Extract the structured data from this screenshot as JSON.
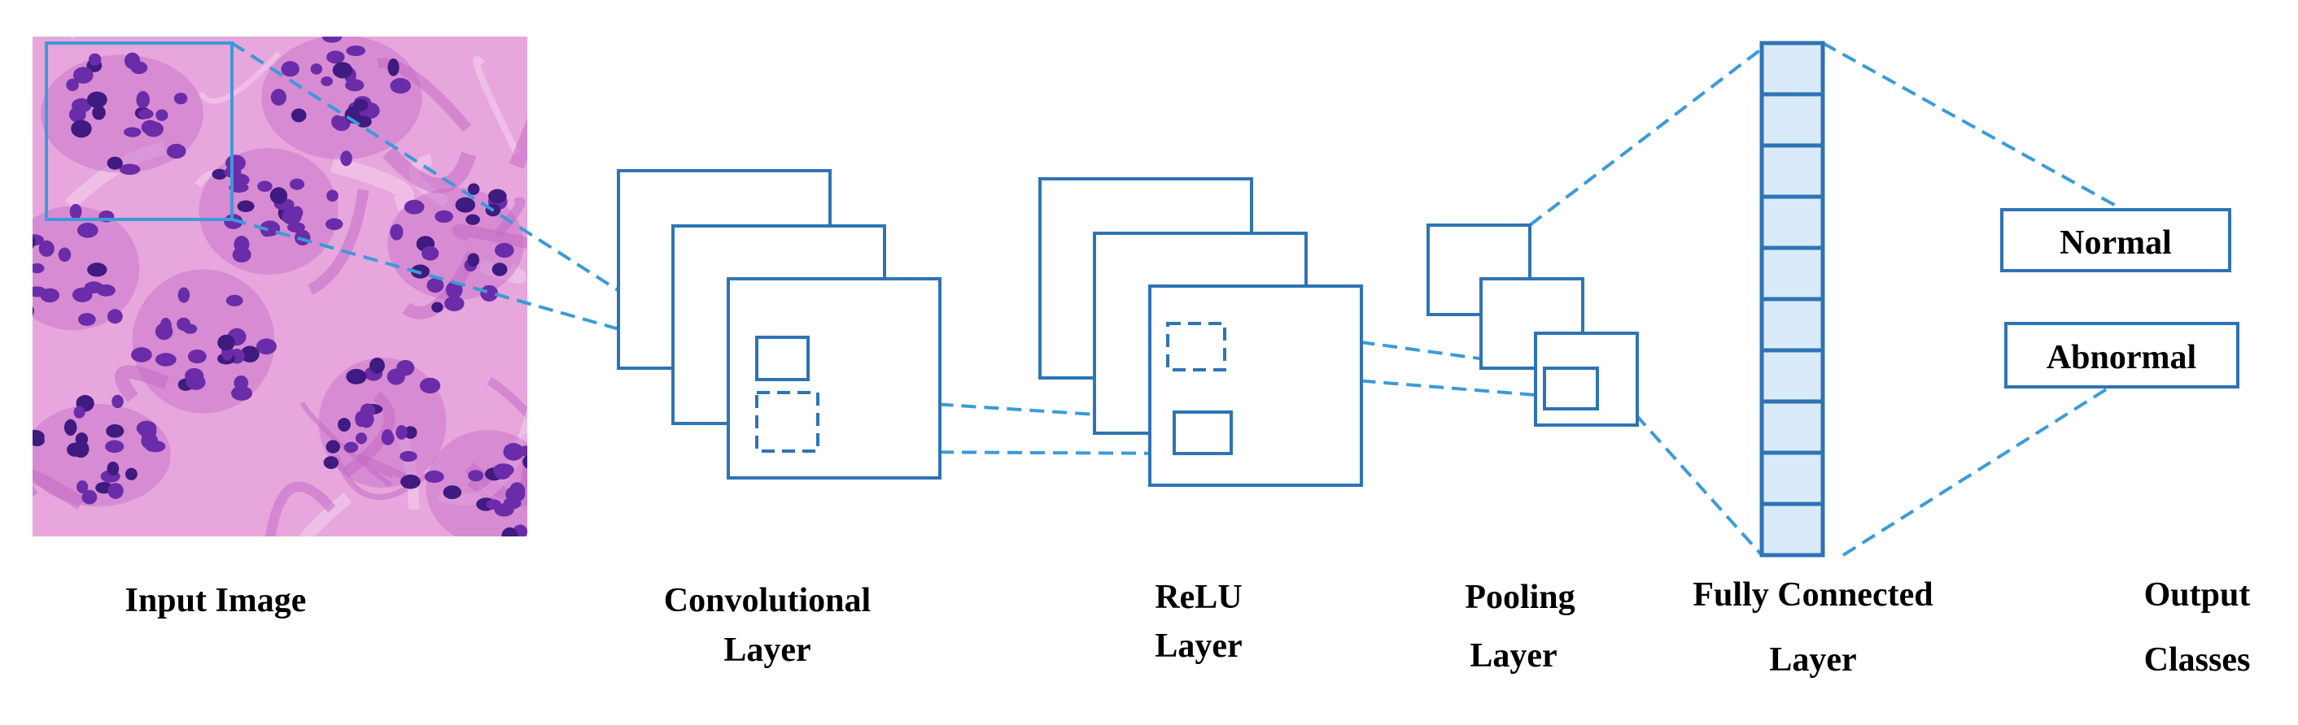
{
  "labels": {
    "input": [
      "Input Image"
    ],
    "conv": [
      "Convolutional",
      "Layer"
    ],
    "relu": [
      "ReLU",
      "Layer"
    ],
    "pool": [
      "Pooling",
      "Layer"
    ],
    "fc": [
      "Fully Connected",
      "Layer"
    ],
    "output": [
      "Output",
      "Classes"
    ]
  },
  "classes": [
    "Normal",
    "Abnormal"
  ],
  "colors": {
    "stroke": "#2e74b5",
    "dash": "#3a9bd9",
    "fc_fill": "#d9eaf8",
    "tissue_bg": "#e7a6dc",
    "tissue_mid": "#c46bc7",
    "nucleus": "#6a2ca8",
    "nucleus_dark": "#3f1a80"
  },
  "fc_cells": 10
}
